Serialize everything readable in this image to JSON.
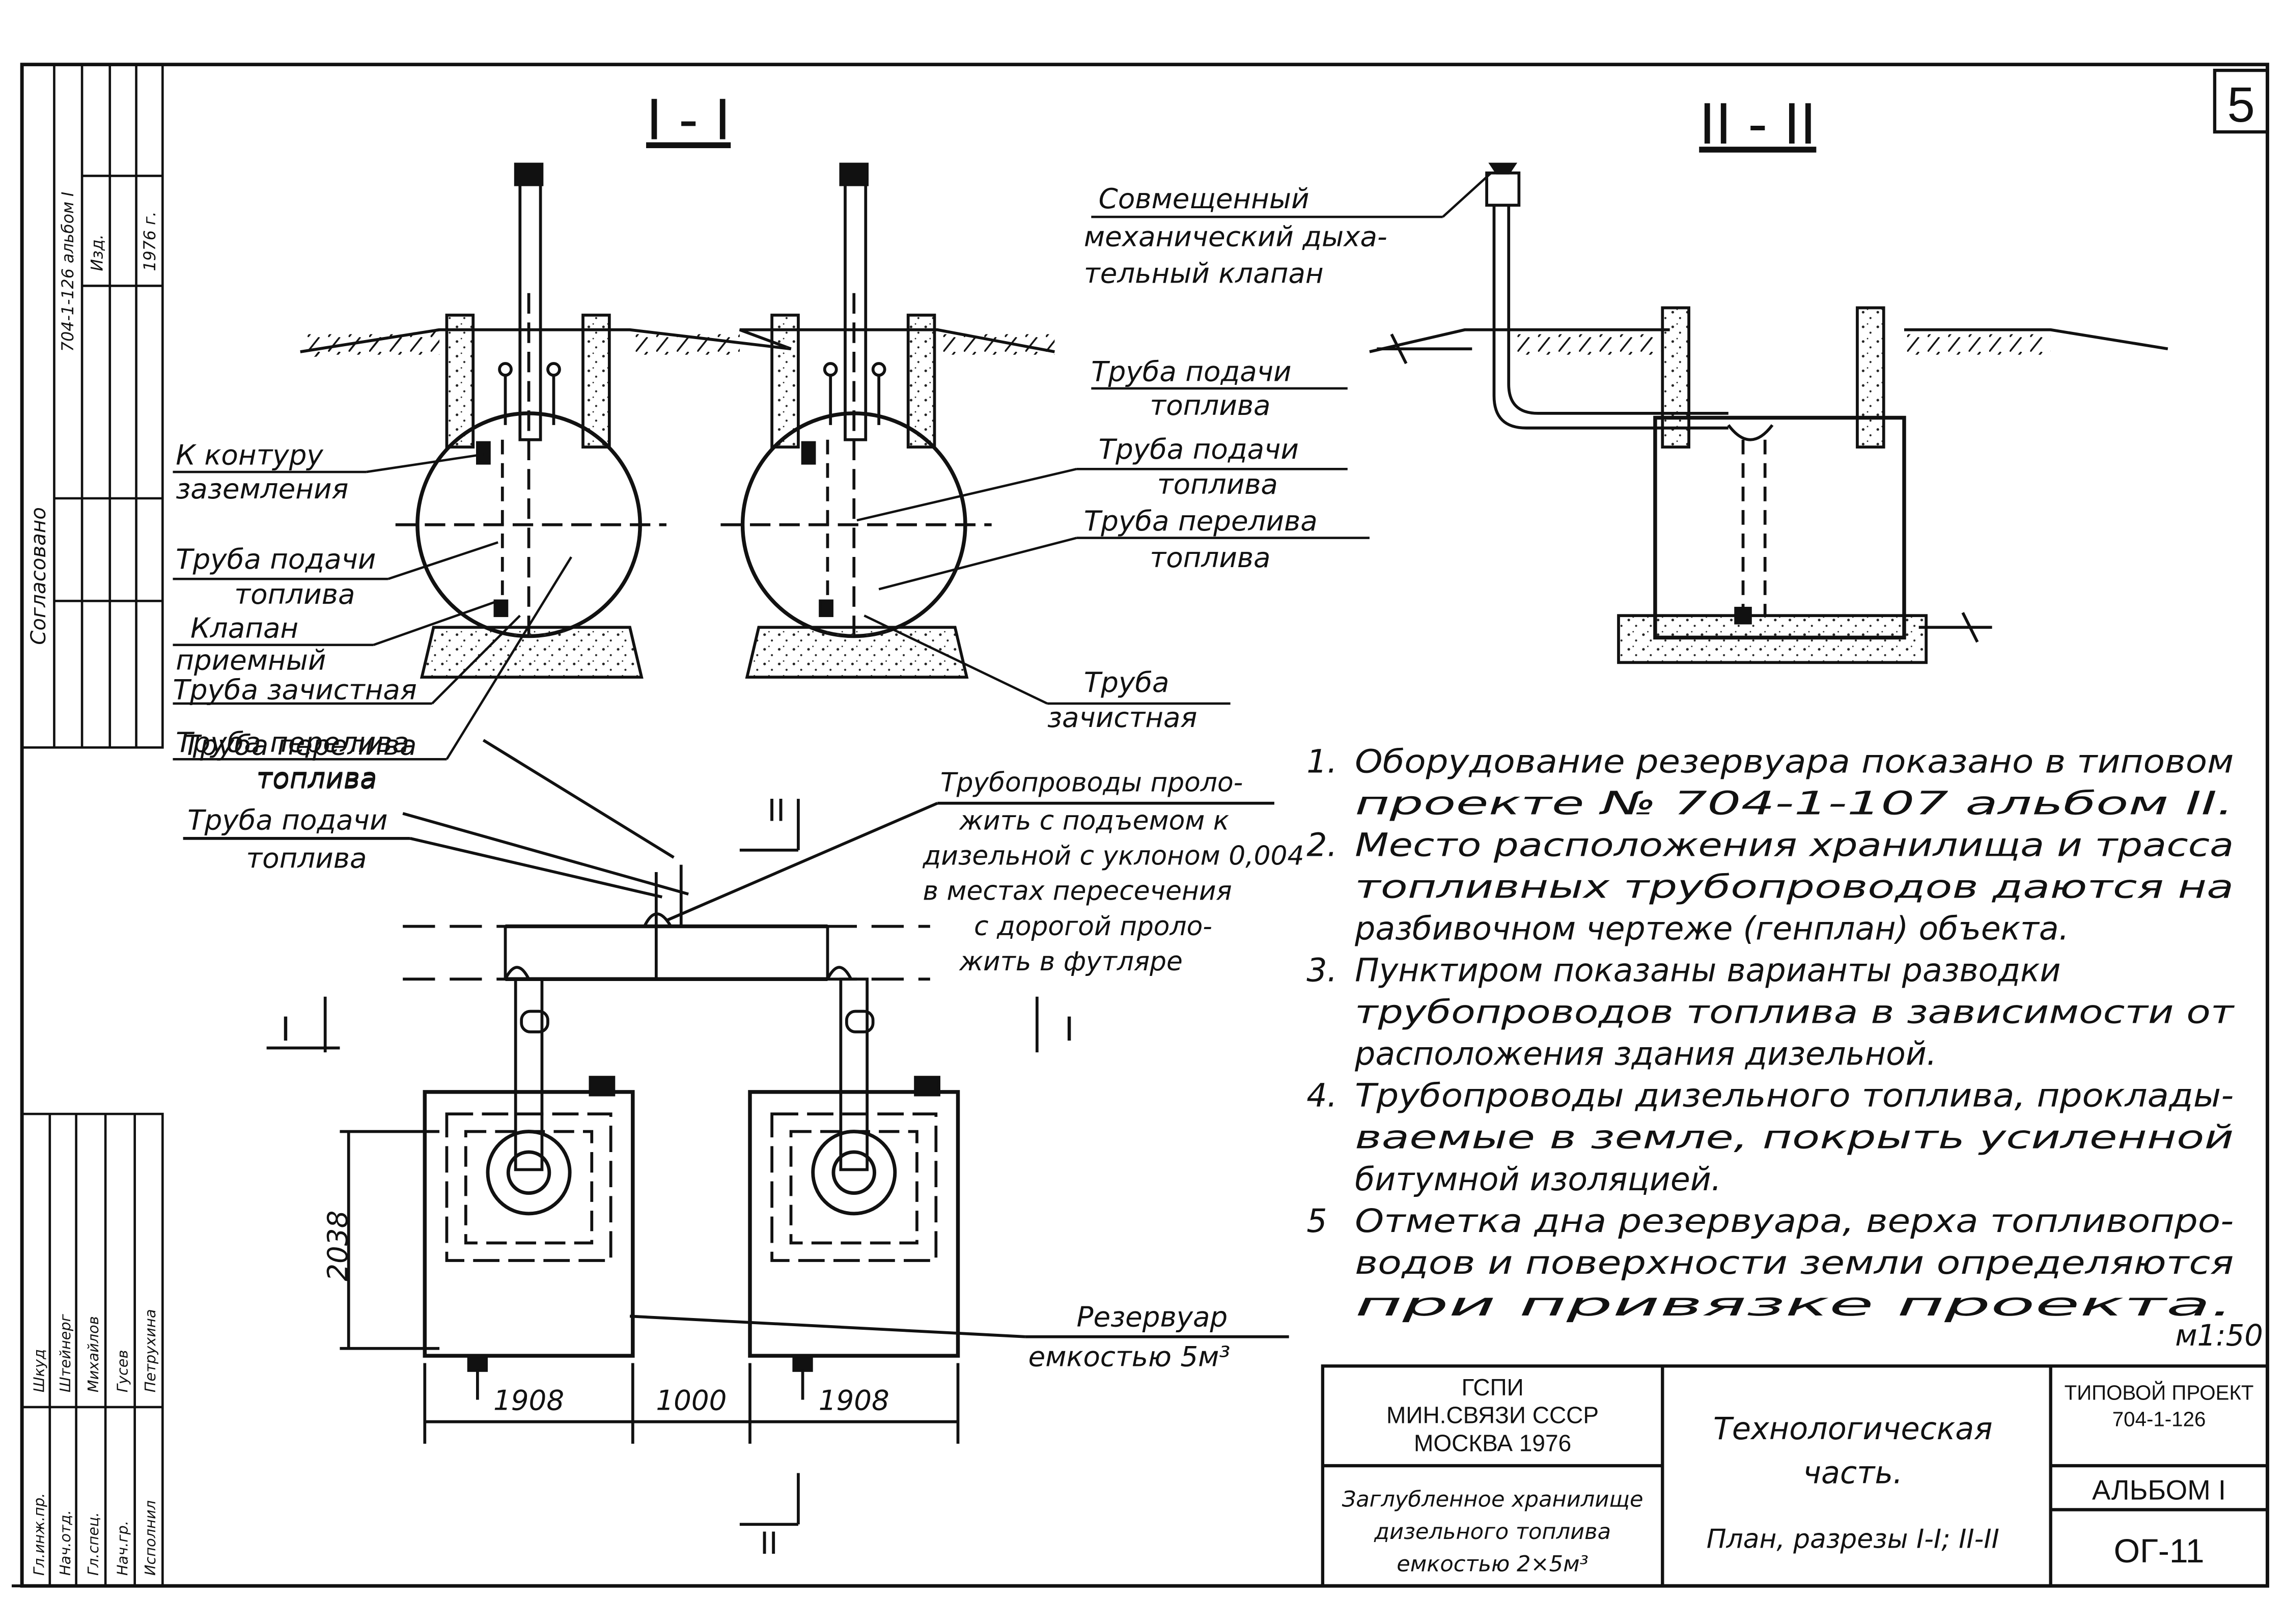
{
  "sheet_number": "5",
  "scale": "м1:50",
  "sections": {
    "section_1_title": "I - I",
    "section_2_title": "II - II"
  },
  "callouts": {
    "grounding": [
      "К контуру",
      "заземления"
    ],
    "feed_pipe_left": [
      "Труба подачи",
      "топлива"
    ],
    "intake_valve": [
      "Клапан",
      "приемный"
    ],
    "stripping_pipe_left": "Труба зачистная",
    "overflow_pipe_left": [
      "Труба перелива",
      "топлива"
    ],
    "feed_pipe_mid": [
      "Труба подачи",
      "топлива"
    ],
    "overflow_pipe_mid": [
      "Труба перелива",
      "топлива"
    ],
    "stripping_pipe_right": [
      "Труба",
      "зачистная"
    ],
    "breather_valve": [
      "Совмещенный",
      "механический дыха-",
      "тельный клапан"
    ],
    "feed_pipe_sec2": [
      "Труба подачи",
      "топлива"
    ],
    "overflow_pipe_plan": [
      "Труба перелива",
      "топлива"
    ],
    "feed_pipe_plan": [
      "Труба подачи",
      "топлива"
    ],
    "pipeline_note": [
      "Трубопроводы проло-",
      "жить с подъемом к",
      "дизельной с уклоном 0,004",
      "в местах пересечения",
      "с дорогой проло-",
      "жить в футляре"
    ],
    "reservoir": [
      "Резервуар",
      "емкостью 5м³"
    ]
  },
  "plan_marks": {
    "cut_1": "I",
    "cut_2_top": "II",
    "cut_2_bottom": "II",
    "cut_1_right": "I"
  },
  "dimensions": {
    "height": "2038",
    "width_left": "1908",
    "gap": "1000",
    "width_right": "1908"
  },
  "notes": [
    "1. Оборудование резервуара показано в типовом проекте № 704-1-107 альбом II.",
    "2. Место расположения хранилища и трасса топливных трубопроводов даются на разбивочном чертеже (генплан) объекта.",
    "3. Пунктиром показаны варианты разводки трубопроводов топлива в зависимости от расположения здания дизельной.",
    "4. Трубопроводы дизельного топлива, прокладываемые в земле, покрыть усиленной битумной изоляцией.",
    "5 Отметка дна резервуара, верха топливопроводов и поверхности земли определяются при привязке проекта."
  ],
  "notes_lines": [
    [
      "1.",
      "Оборудование резервуара показано в типовом"
    ],
    [
      "",
      "проекте № 704-1-107 альбом II."
    ],
    [
      "2.",
      "Место расположения хранилища и трасса"
    ],
    [
      "",
      "топливных трубопроводов даются на"
    ],
    [
      "",
      "разбивочном чертеже (генплан) объекта."
    ],
    [
      "3.",
      "Пунктиром показаны варианты разводки"
    ],
    [
      "",
      "трубопроводов топлива в зависимости от"
    ],
    [
      "",
      "расположения здания дизельной."
    ],
    [
      "4.",
      "Трубопроводы дизельного топлива, проклады-"
    ],
    [
      "",
      "ваемые в земле, покрыть усиленной"
    ],
    [
      "",
      "битумной изоляцией."
    ],
    [
      "5",
      "Отметка дна резервуара, верха топливопро-"
    ],
    [
      "",
      "водов и поверхности земли определяются"
    ],
    [
      "",
      "при привязке проекта."
    ]
  ],
  "title_block": {
    "org": [
      "ГСПИ",
      "МИН.СВЯЗИ СССР",
      "МОСКВА 1976"
    ],
    "object": [
      "Заглубленное хранилище",
      "дизельного топлива",
      "емкостью 2×5м³"
    ],
    "part": [
      "Технологическая",
      "часть."
    ],
    "sheet_title": "План, разрезы I-I; II-II",
    "project_label": "ТИПОВОЙ ПРОЕКТ",
    "project_number": "704-1-126",
    "album": "АЛЬБОМ I",
    "code": "ОГ-11"
  },
  "side_stamp": {
    "top_rows": [
      "704-1-126 альбом I",
      "Изд.",
      "1976 г."
    ],
    "approval": "Согласовано",
    "staff": [
      [
        "Гл.инж.пр.",
        "Шкуд"
      ],
      [
        "Нач.отд.",
        "Штейнерг"
      ],
      [
        "Гл.спец.",
        "Михайлов"
      ],
      [
        "Нач.гр.",
        "Гусев"
      ],
      [
        "Исполнил",
        "Петрухина"
      ]
    ]
  }
}
